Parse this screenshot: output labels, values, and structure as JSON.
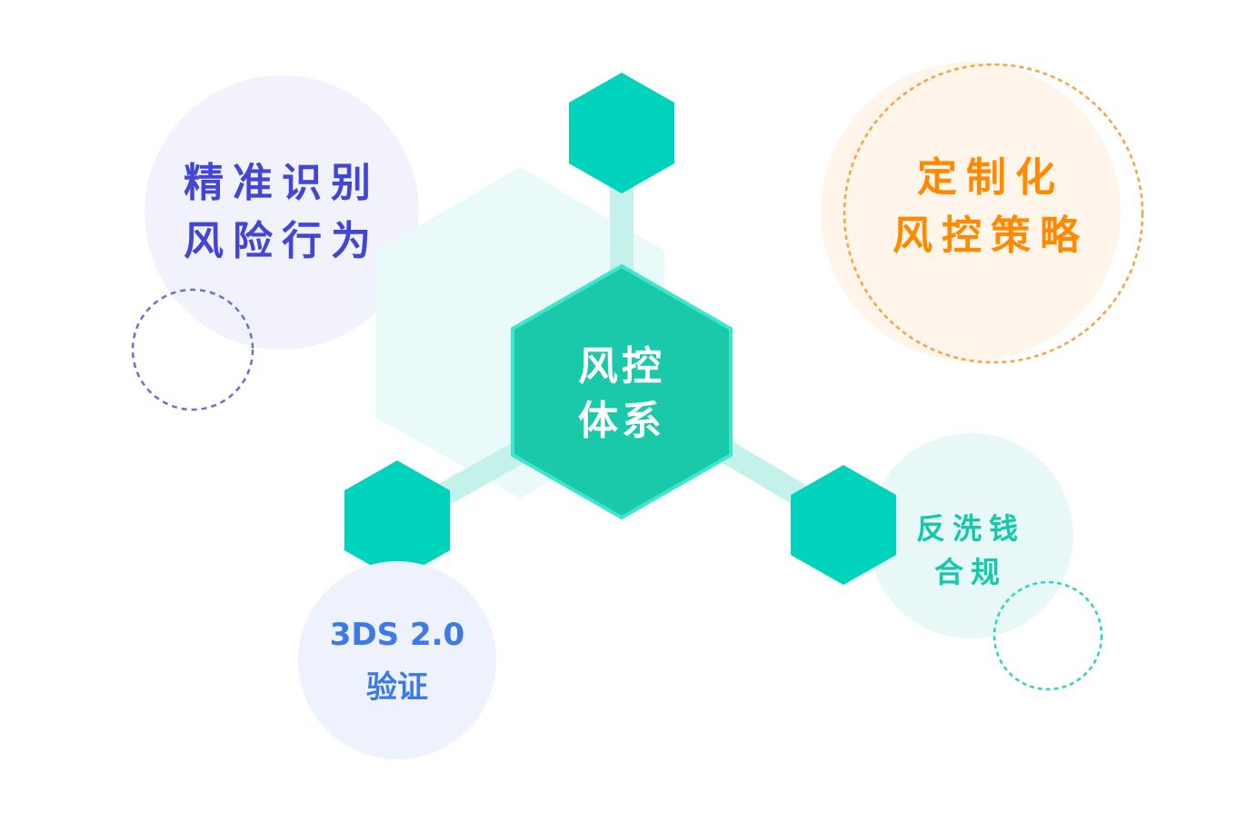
{
  "colors": {
    "hex_primary": "#00d3bb",
    "hex_center": "#19c9a9",
    "hex_center_border": "#3fe6cb",
    "bg_hex": "#eafaf8",
    "connector": "#c4f2ea",
    "blue_text": "#4346d4",
    "blue_circle": "#f1f2fc",
    "blue_dash": "#6a6fd8",
    "orange_text": "#ff8a00",
    "orange_circle": "#fff5eb",
    "orange_dash": "#f7a247",
    "teal_text": "#14c8ac",
    "teal_circle": "#e8f8f6",
    "teal_dash": "#2fd3be",
    "bl_text": "#3d7ae8",
    "bl_circle": "#edf2fc",
    "white": "#ffffff"
  },
  "center": {
    "line1": "风控",
    "line2": "体系"
  },
  "top_left": {
    "line1": "精准识别",
    "line2": "风险行为"
  },
  "top_right": {
    "line1": "定制化",
    "line2": "风控策略"
  },
  "bottom_right": {
    "line1": "反洗钱",
    "line2": "合规"
  },
  "bottom_left": {
    "line1": "3DS 2.0",
    "line2": "验证"
  }
}
